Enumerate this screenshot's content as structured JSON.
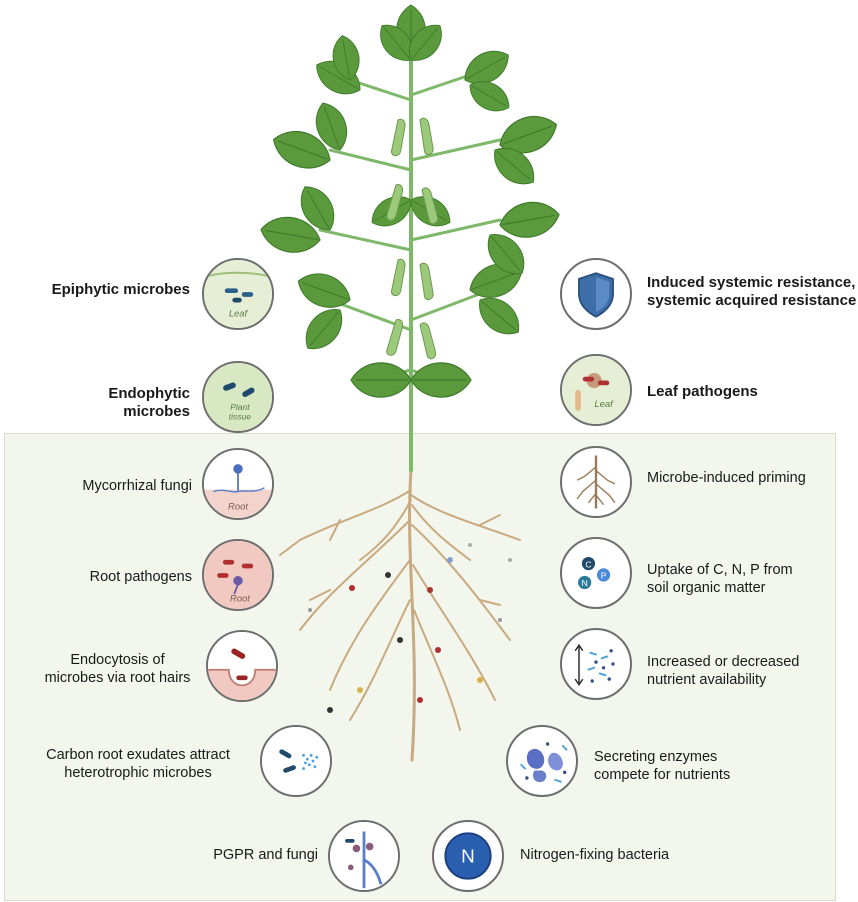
{
  "labels": {
    "epiphytic": "Epiphytic microbes",
    "endophytic": "Endophytic microbes",
    "mycorrhizal": "Mycorrhizal fungi",
    "root_pathogens": "Root pathogens",
    "endocytosis_1": "Endocytosis of",
    "endocytosis_2": "microbes via root hairs",
    "carbon_1": "Carbon root exudates attract",
    "carbon_2": "heterotrophic microbes",
    "pgpr": "PGPR and fungi",
    "isr_1": "Induced systemic resistance,",
    "isr_2": "systemic acquired resistance",
    "leaf_pathogens": "Leaf pathogens",
    "priming": "Microbe-induced priming",
    "uptake_1": "Uptake of C, N, P from",
    "uptake_2": "soil organic matter",
    "nutrient_1": "Increased or decreased",
    "nutrient_2": "nutrient availability",
    "enzymes_1": "Secreting enzymes",
    "enzymes_2": "compete for nutrients",
    "nitrogen": "Nitrogen-fixing bacteria"
  },
  "icon_text": {
    "leaf": "Leaf",
    "plant_1": "Plant",
    "plant_2": "tissue",
    "root": "Root",
    "c": "C",
    "n": "N",
    "p": "P",
    "nitrogen_symbol": "N"
  },
  "colors": {
    "leaf_green": "#5a9a3c",
    "stem_green": "#7fb86a",
    "root_tan": "#c9aa80",
    "soil_bg": "#f3f6ec",
    "microbe_blue": "#2a5f8a",
    "pathogen_red": "#b03030",
    "shield_blue": "#3e6ea8"
  }
}
